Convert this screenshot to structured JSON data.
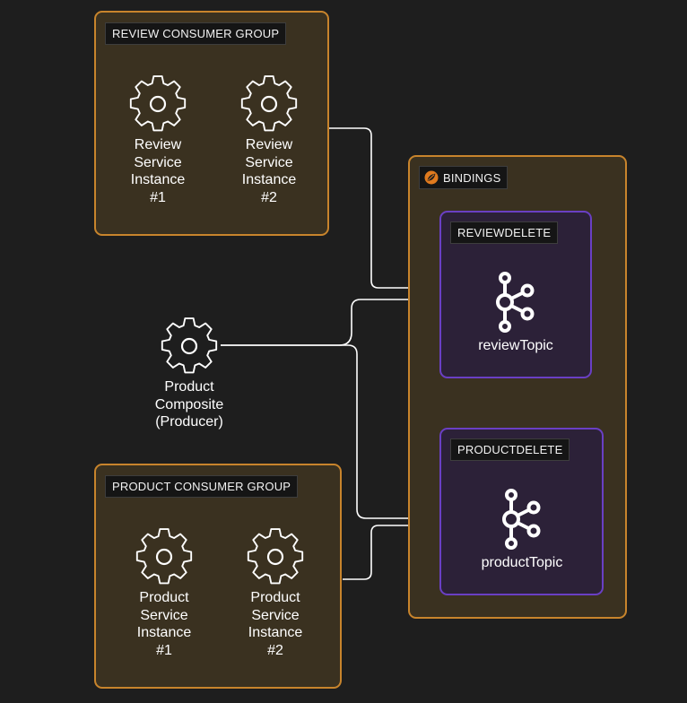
{
  "review_group": {
    "title": "REVIEW CONSUMER GROUP",
    "instances": [
      {
        "label": "Review\nService\nInstance\n#1",
        "icon": "gear-icon"
      },
      {
        "label": "Review\nService\nInstance\n#2",
        "icon": "gear-icon"
      }
    ]
  },
  "product_group": {
    "title": "PRODUCT CONSUMER GROUP",
    "instances": [
      {
        "label": "Product\nService\nInstance\n#1",
        "icon": "gear-icon"
      },
      {
        "label": "Product\nService\nInstance\n#2",
        "icon": "gear-icon"
      }
    ]
  },
  "producer": {
    "label": "Product\nComposite\n(Producer)",
    "icon": "gear-icon"
  },
  "bindings": {
    "title": "BINDINGS",
    "icon": "spring-leaf-icon",
    "review_delete": {
      "title": "REVIEWDELETE",
      "topic": "reviewTopic",
      "icon": "kafka-icon"
    },
    "product_delete": {
      "title": "PRODUCTDELETE",
      "topic": "productTopic",
      "icon": "kafka-icon"
    }
  },
  "colors": {
    "background": "#1e1e1e",
    "group_fill": "#3a3120",
    "group_border": "#c8842c",
    "binding_fill": "#2c2138",
    "binding_border": "#6a3fc4",
    "label_bg": "#151515",
    "line": "#ffffff",
    "spring_green": "#e07a1e"
  }
}
